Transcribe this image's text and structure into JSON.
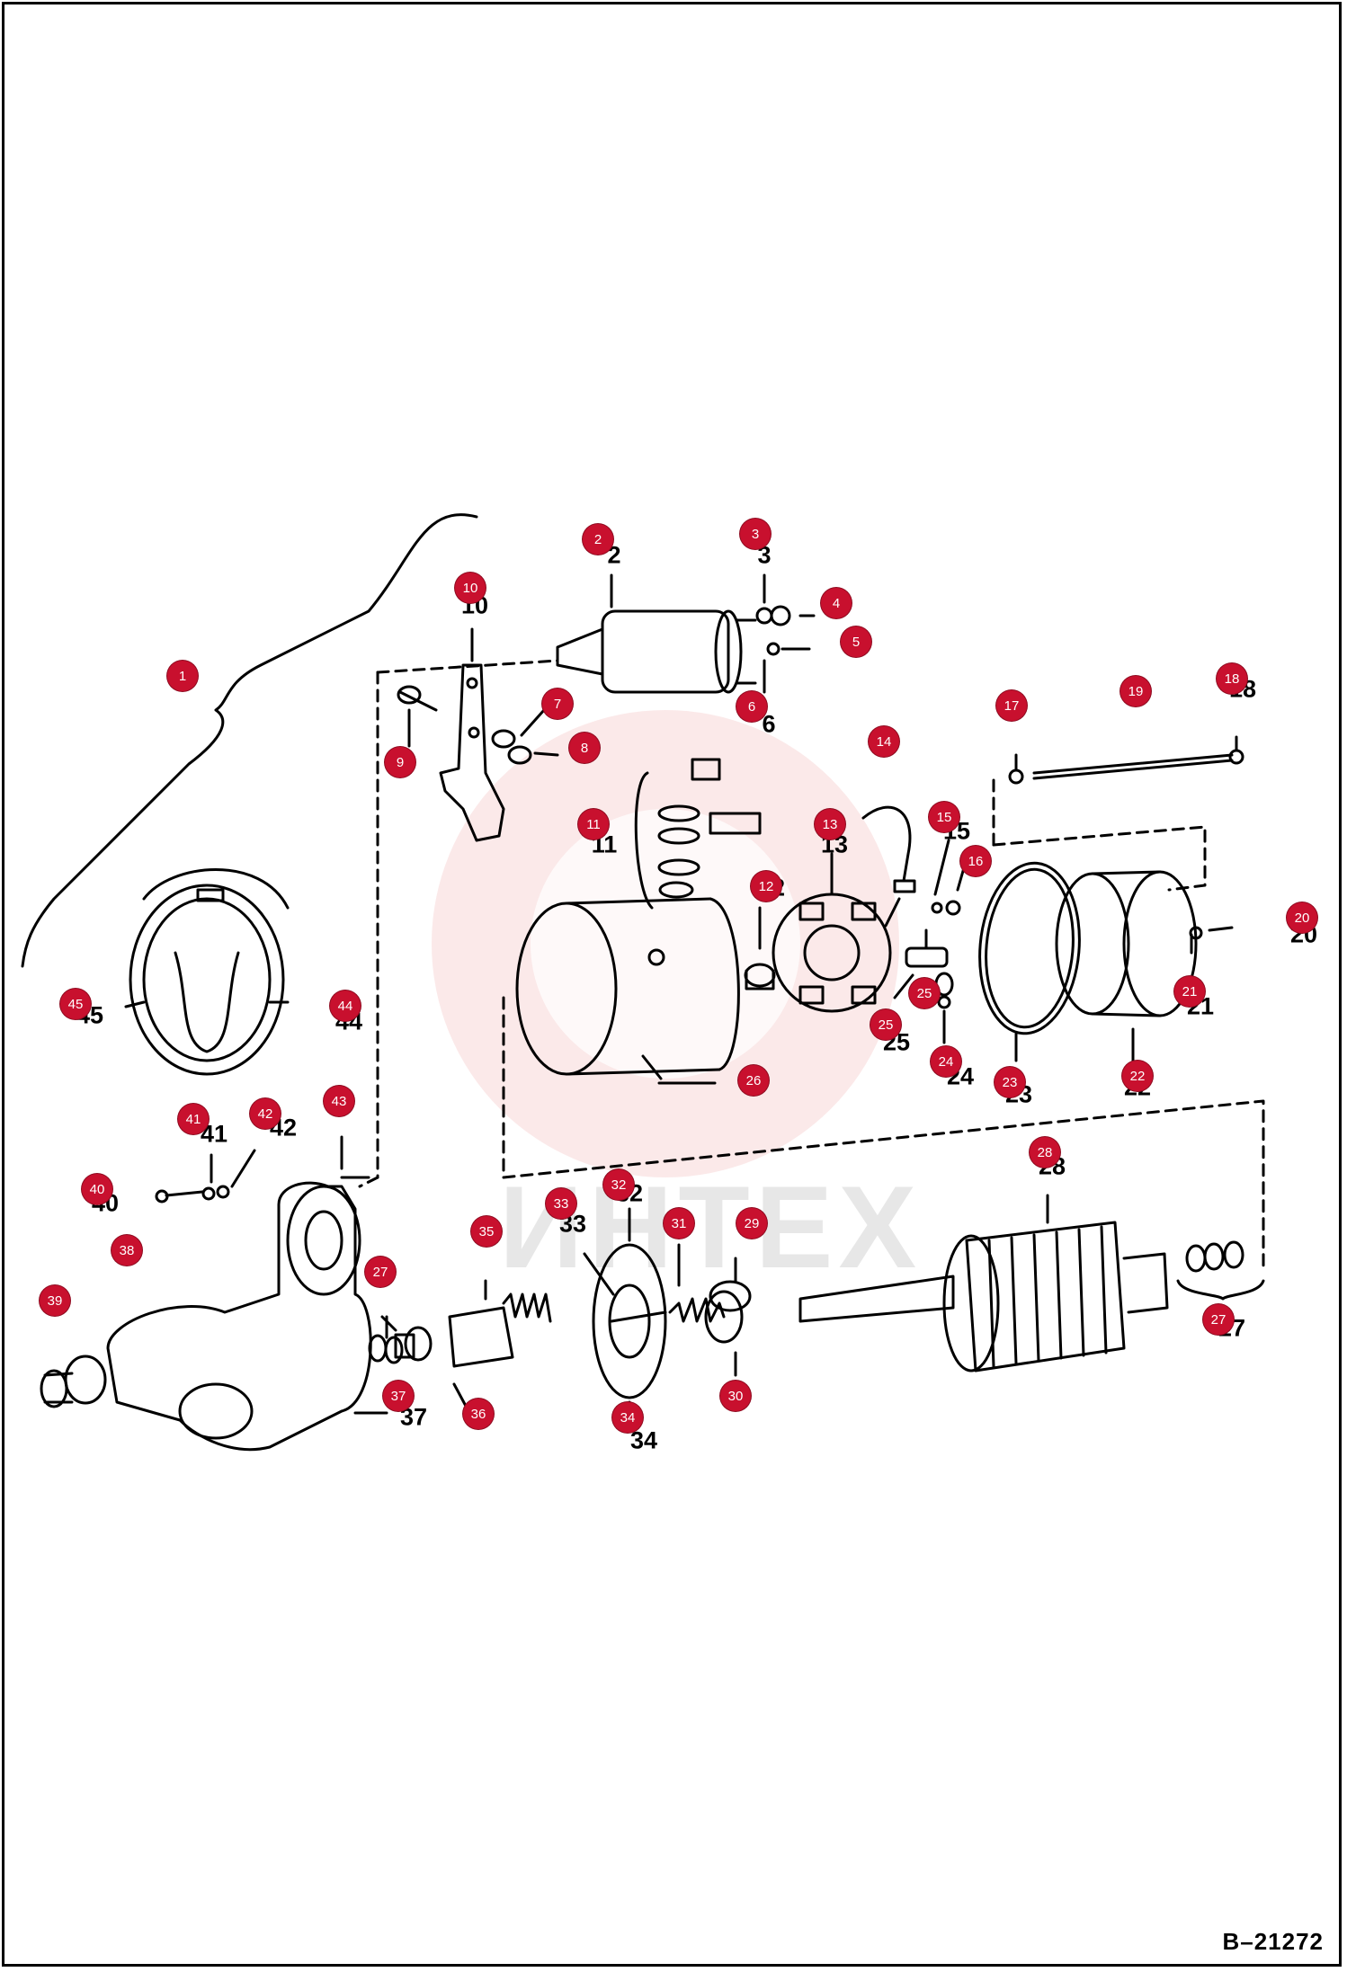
{
  "figure_id": "B–21272",
  "watermark": "ИНТЕХ",
  "callouts": [
    "1",
    "2",
    "3",
    "4",
    "5",
    "6",
    "7",
    "8",
    "9",
    "10",
    "11",
    "12",
    "13",
    "14",
    "15",
    "16",
    "17",
    "18",
    "19",
    "20",
    "21",
    "22",
    "23",
    "24",
    "25",
    "25",
    "26",
    "27",
    "27",
    "28",
    "29",
    "30",
    "31",
    "32",
    "33",
    "34",
    "35",
    "36",
    "37",
    "38",
    "39",
    "40",
    "41",
    "42",
    "43",
    "44",
    "45"
  ],
  "printed_labels": [
    "2",
    "3",
    "6",
    "10",
    "11",
    "12",
    "13",
    "15",
    "18",
    "20",
    "21",
    "22",
    "23",
    "24",
    "25",
    "27",
    "28",
    "32",
    "33",
    "34",
    "37",
    "40",
    "41",
    "42",
    "44",
    "45"
  ]
}
